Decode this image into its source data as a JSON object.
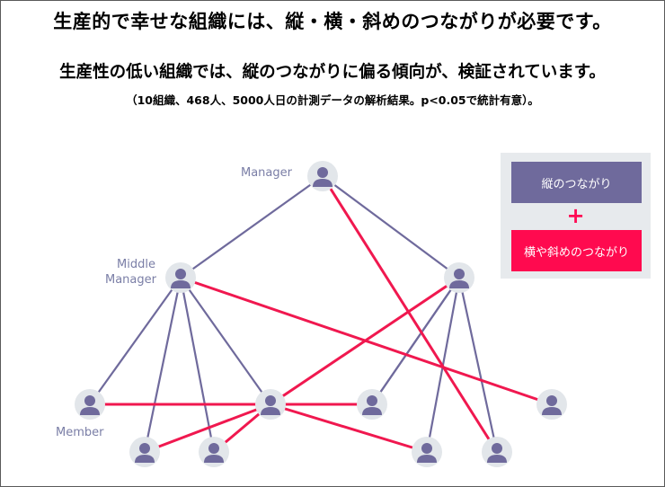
{
  "header": {
    "title": "生産的で幸せな組織には、縦・横・斜めのつながりが必要です。",
    "subtitle": "生産性の低い組織では、縦のつながりに偏る傾向が、検証されています。",
    "note": "（10組織、468人、5000人日の計測データの解析結果。p<0.05で統計有意）。"
  },
  "labels": {
    "manager": "Manager",
    "middle_line1": "Middle",
    "middle_line2": "Manager",
    "member": "Member"
  },
  "legend": {
    "vertical_label": "縦のつながり",
    "plus": "+",
    "cross_label": "横や斜めのつながり"
  },
  "colors": {
    "vertical": "#6f6a9c",
    "cross": "#f0184f",
    "vertical_box": "#6f6a9c",
    "cross_box": "#ff0a4f",
    "node_bg": "#e2e6ea",
    "node_icon": "#6f6a9c"
  },
  "nodes": [
    {
      "id": "manager",
      "role": "manager",
      "icon": "person-icon"
    },
    {
      "id": "middle-left",
      "role": "middle-manager",
      "icon": "person-icon"
    },
    {
      "id": "middle-right",
      "role": "middle-manager",
      "icon": "person-icon"
    },
    {
      "id": "member-a",
      "role": "member",
      "icon": "person-icon"
    },
    {
      "id": "member-b",
      "role": "member",
      "icon": "person-icon"
    },
    {
      "id": "member-c",
      "role": "member",
      "icon": "person-icon"
    },
    {
      "id": "member-d",
      "role": "member",
      "icon": "person-icon"
    },
    {
      "id": "member-e",
      "role": "member",
      "icon": "person-icon"
    },
    {
      "id": "member-f",
      "role": "member",
      "icon": "person-icon"
    },
    {
      "id": "member-g",
      "role": "member",
      "icon": "person-icon"
    },
    {
      "id": "member-h",
      "role": "member",
      "icon": "person-icon"
    },
    {
      "id": "member-i",
      "role": "member",
      "icon": "person-icon"
    }
  ],
  "edges": [
    {
      "from": "manager",
      "to": "middle-left",
      "type": "vertical"
    },
    {
      "from": "manager",
      "to": "middle-right",
      "type": "vertical"
    },
    {
      "from": "middle-left",
      "to": "member-a",
      "type": "vertical"
    },
    {
      "from": "middle-left",
      "to": "member-b",
      "type": "vertical"
    },
    {
      "from": "middle-left",
      "to": "member-c",
      "type": "vertical"
    },
    {
      "from": "middle-left",
      "to": "member-d",
      "type": "vertical"
    },
    {
      "from": "middle-right",
      "to": "member-e",
      "type": "vertical"
    },
    {
      "from": "middle-right",
      "to": "member-f",
      "type": "vertical"
    },
    {
      "from": "middle-right",
      "to": "member-g",
      "type": "vertical"
    },
    {
      "from": "middle-right",
      "to": "member-h",
      "type": "vertical"
    },
    {
      "from": "manager",
      "to": "member-h",
      "type": "cross"
    },
    {
      "from": "middle-left",
      "to": "member-i",
      "type": "cross"
    },
    {
      "from": "middle-right",
      "to": "member-d",
      "type": "cross"
    },
    {
      "from": "member-a",
      "to": "member-d",
      "type": "cross"
    },
    {
      "from": "member-d",
      "to": "member-e",
      "type": "cross"
    },
    {
      "from": "member-d",
      "to": "member-b",
      "type": "cross"
    },
    {
      "from": "member-d",
      "to": "member-c",
      "type": "cross"
    },
    {
      "from": "member-d",
      "to": "member-g",
      "type": "cross"
    }
  ]
}
